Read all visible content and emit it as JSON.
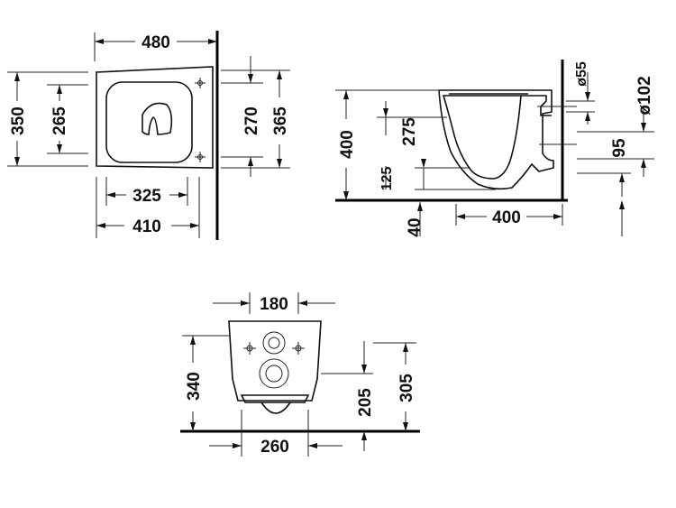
{
  "top_view": {
    "dim_width_overall": "480",
    "dim_height_left_outer": "350",
    "dim_height_left_inner": "265",
    "dim_height_right_inner": "270",
    "dim_height_right_outer": "365",
    "dim_width_lower_inner": "325",
    "dim_width_lower_outer": "410"
  },
  "side_view": {
    "dim_height_400": "400",
    "dim_height_275": "275",
    "dim_height_125": "125",
    "dim_height_40": "40",
    "dim_depth_400": "400",
    "dim_diam_55": "ø55",
    "dim_diam_102": "ø102",
    "dim_offset_95": "95"
  },
  "front_view": {
    "dim_width_180": "180",
    "dim_height_340": "340",
    "dim_height_205": "205",
    "dim_height_305": "305",
    "dim_width_260": "260"
  }
}
